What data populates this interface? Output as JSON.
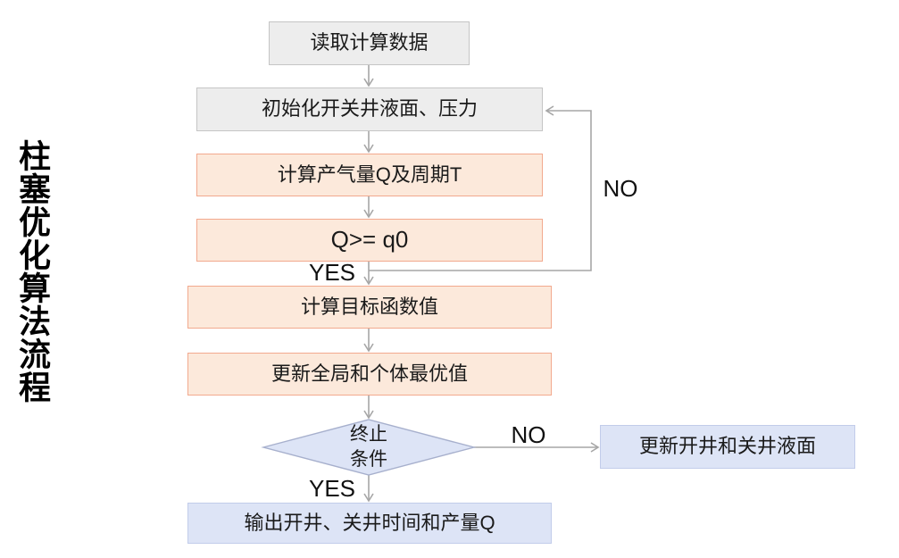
{
  "title": "柱塞优化算法流程",
  "nodes": {
    "read_data": "读取计算数据",
    "init": "初始化开关井液面、压力",
    "calc_q": "计算产气量Q及周期T",
    "q_check": "Q>= q0",
    "objective": "计算目标函数值",
    "update_best": "更新全局和个体最优值",
    "terminate": "终止\n条件",
    "update_levels": "更新开井和关井液面",
    "output": "输出开井、关井时间和产量Q"
  },
  "edge_labels": {
    "q_check_no": "NO",
    "q_check_yes": "YES",
    "terminate_no": "NO",
    "terminate_yes": "YES"
  },
  "colors": {
    "gray_fill": "#EDEDED",
    "gray_border": "#C5C5C5",
    "orange_fill": "#FCE9DB",
    "orange_border": "#F2A98E",
    "blue_fill": "#DDE4F6",
    "blue_border": "#C2CCEA",
    "diamond_border": "#A7B0CD",
    "connector": "#A6A6A6",
    "text": "#1A1A1A"
  }
}
